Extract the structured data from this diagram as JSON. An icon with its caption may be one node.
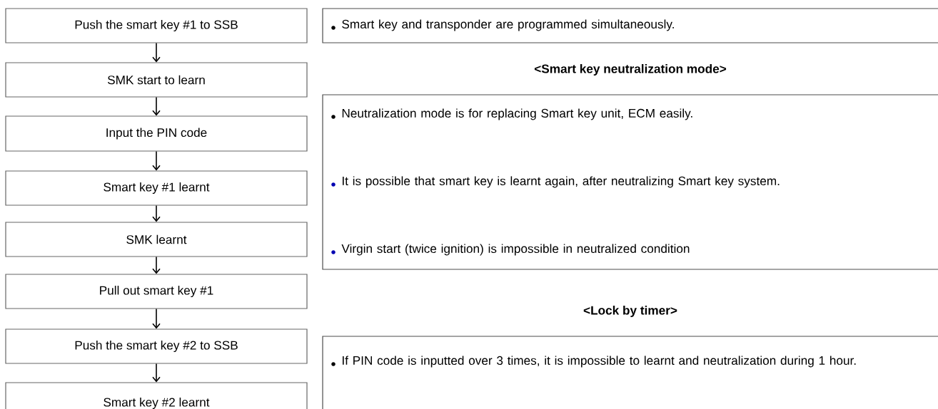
{
  "diagram": {
    "nodes": [
      {
        "text": [
          "Push the smart key #1 to SSB"
        ]
      },
      {
        "text": [
          "SMK start to learn"
        ]
      },
      {
        "text": [
          "Input the PIN code"
        ]
      },
      {
        "text": [
          "Smart key #1 learnt"
        ]
      },
      {
        "text": [
          "SMK learnt"
        ]
      },
      {
        "text": [
          "Pull out smart key #1"
        ]
      },
      {
        "text": [
          "Push the smart key #2 to SSB"
        ]
      },
      {
        "text": [
          "Smart key #2 learnt"
        ]
      },
      {
        "text": [
          "Smart key and transponder are programmed simultaneously."
        ]
      },
      {
        "text": [
          "Neutralization mode is for replacing Smart key unit, ECM easily.",
          "It is possible that smart key is learnt again, after neutralizing Smart key system.",
          "Virgin start (twice ignition) is impossible in neutralized condition"
        ]
      },
      {
        "text": [
          "If PIN code is inputted over 3 times, it is impossible to learnt and neutralization during 1 hour."
        ]
      }
    ],
    "edges": [
      {
        "from": 0,
        "to": 1,
        "arrow": "to"
      },
      {
        "from": 1,
        "to": 2,
        "arrow": "to"
      },
      {
        "from": 2,
        "to": 3,
        "arrow": "to"
      },
      {
        "from": 3,
        "to": 4,
        "arrow": "to"
      },
      {
        "from": 4,
        "to": 5,
        "arrow": "to"
      },
      {
        "from": 5,
        "to": 6,
        "arrow": "to"
      },
      {
        "from": 6,
        "to": 7,
        "arrow": "to"
      }
    ],
    "labels": [
      "<Smart key neutralization mode>",
      "<Lock by timer>"
    ]
  }
}
